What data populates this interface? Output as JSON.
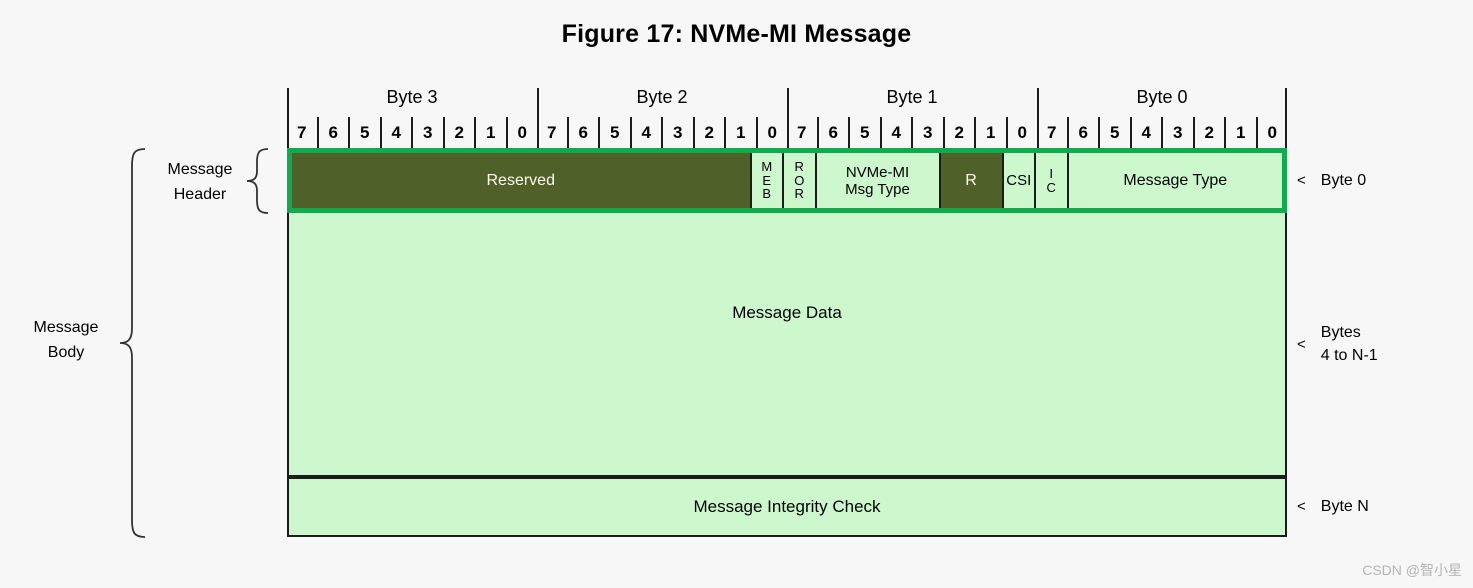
{
  "title": "Figure 17: NVMe-MI Message",
  "figure": {
    "byte_labels": [
      "Byte 3",
      "Byte 2",
      "Byte 1",
      "Byte 0"
    ],
    "bit_numbers": [
      "7",
      "6",
      "5",
      "4",
      "3",
      "2",
      "1",
      "0"
    ],
    "header_row": {
      "fields": [
        {
          "label": "Reserved",
          "bits": 15,
          "style": "dark"
        },
        {
          "label": "M\nE\nB",
          "bits": 1,
          "style": "light"
        },
        {
          "label": "R\nO\nR",
          "bits": 1,
          "style": "light"
        },
        {
          "label": "NVMe-MI\nMsg Type",
          "bits": 4,
          "style": "light"
        },
        {
          "label": "R",
          "bits": 2,
          "style": "dark"
        },
        {
          "label": "CSI",
          "bits": 1,
          "style": "light"
        },
        {
          "label": "I\nC",
          "bits": 1,
          "style": "light"
        },
        {
          "label": "Message Type",
          "bits": 7,
          "style": "light"
        }
      ]
    },
    "body_rows": [
      {
        "label": "Message Data"
      },
      {
        "label": "Message Integrity Check"
      }
    ],
    "left_labels": {
      "header": "Message\nHeader",
      "body": "Message\nBody"
    },
    "right_labels": [
      {
        "arrow": "<",
        "label": "Byte 0"
      },
      {
        "arrow": "<",
        "label": "Bytes\n4 to N-1"
      },
      {
        "arrow": "<",
        "label": "Byte N"
      }
    ]
  },
  "watermark": "CSDN @智小星",
  "colors": {
    "background": "#f7f7f7",
    "dark_field": "#4f6128",
    "light_field": "#cdf8cd",
    "header_border": "#0fac4e",
    "line": "#1c1c1c",
    "watermark_text": "#b5b5b5"
  }
}
